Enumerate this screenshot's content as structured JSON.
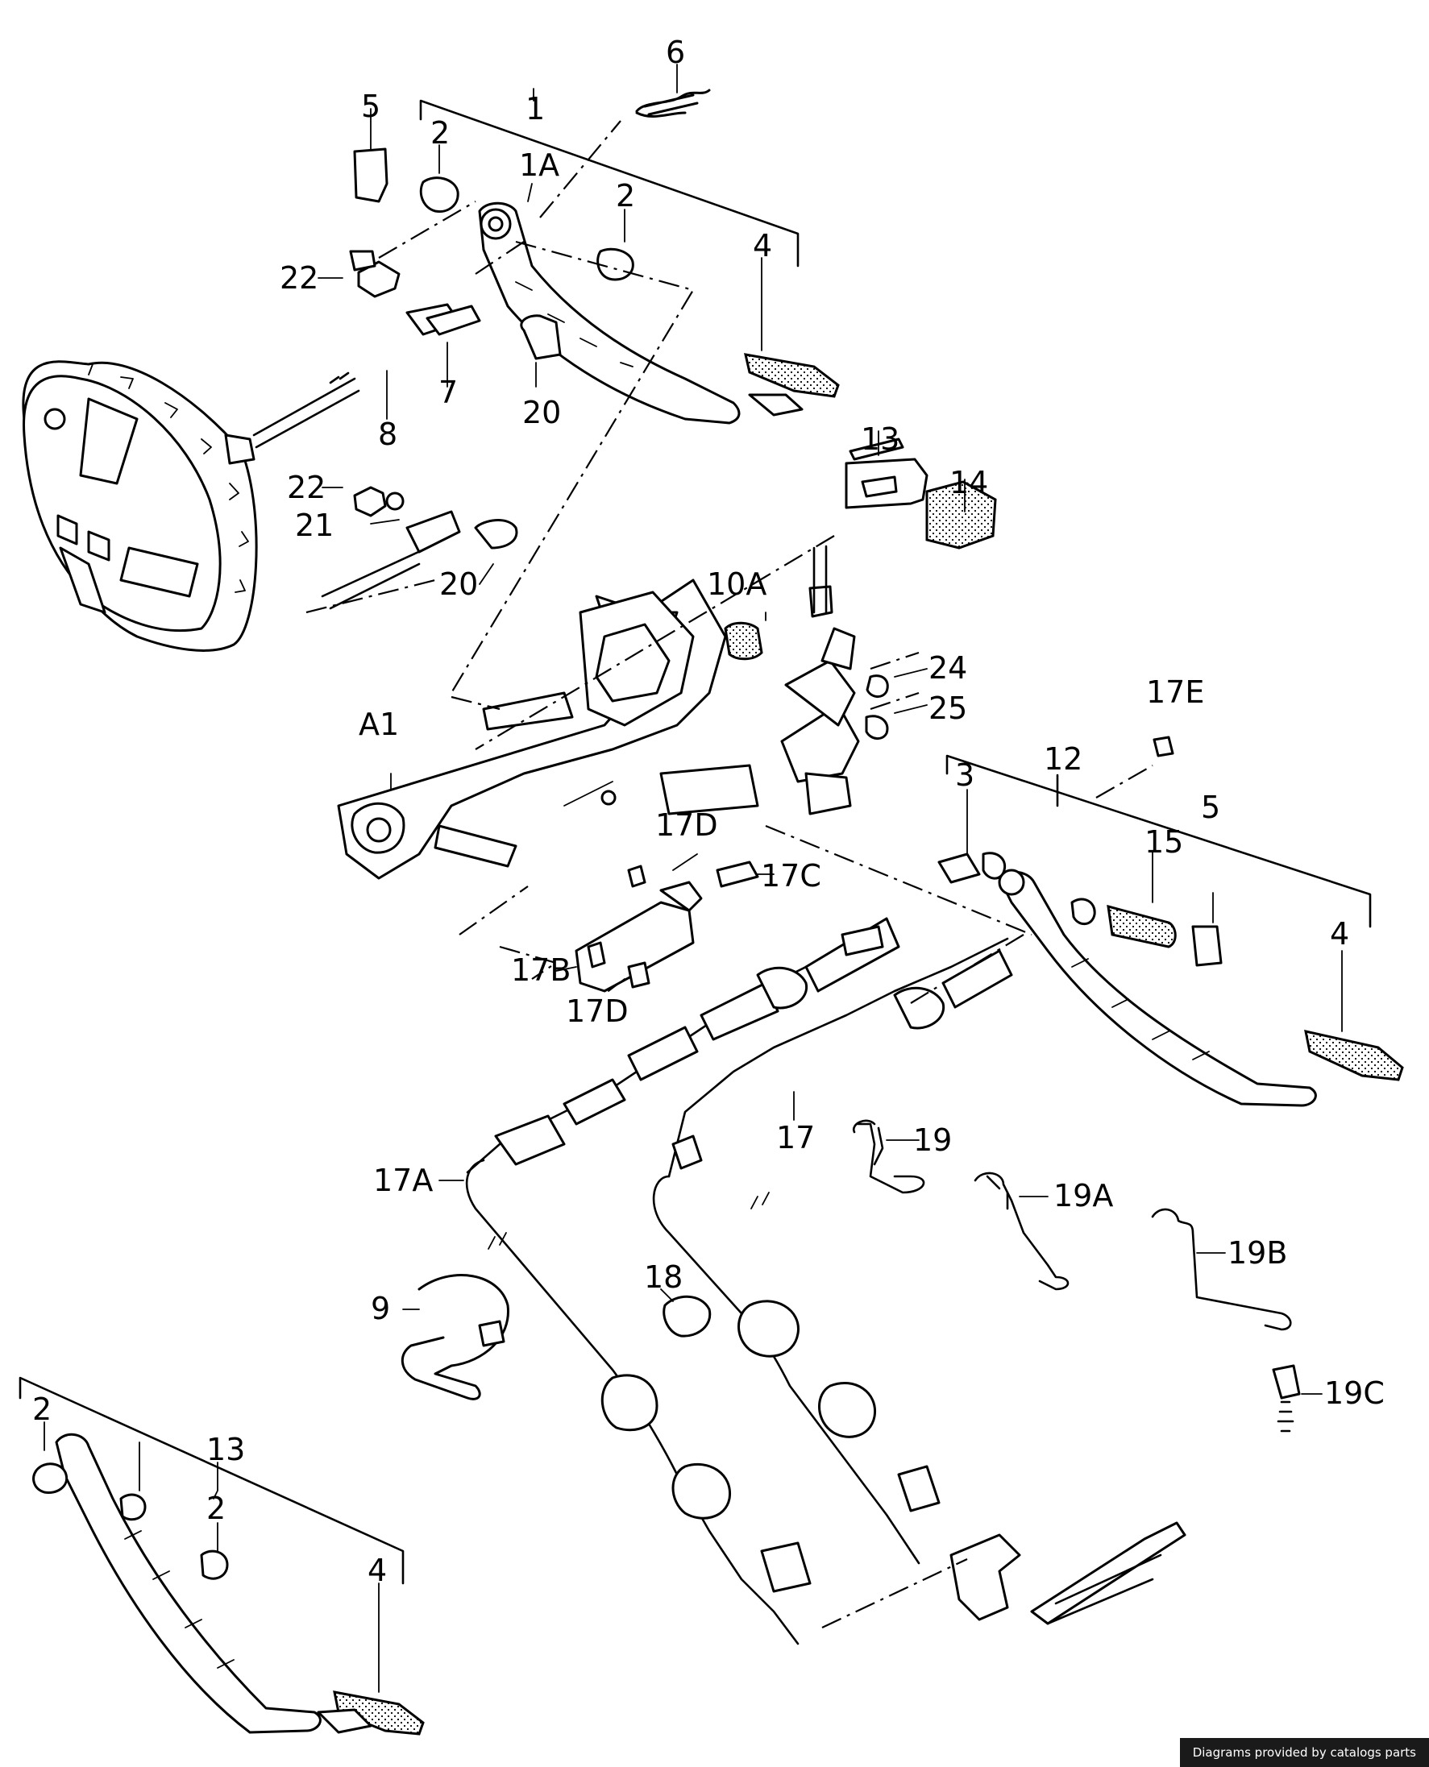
{
  "credit": "Diagrams provided by catalogs parts",
  "labels": {
    "l_1": "1",
    "l_1A": "1A",
    "l_2a": "2",
    "l_2b": "2",
    "l_2c": "2",
    "l_2d": "2",
    "l_3": "3",
    "l_4a": "4",
    "l_4b": "4",
    "l_4c": "4",
    "l_5a": "5",
    "l_5b": "5",
    "l_6": "6",
    "l_7": "7",
    "l_8": "8",
    "l_9": "9",
    "l_10A": "10A",
    "l_12": "12",
    "l_13a": "13",
    "l_13b": "13",
    "l_14": "14",
    "l_15": "15",
    "l_17": "17",
    "l_17A": "17A",
    "l_17B": "17B",
    "l_17C": "17C",
    "l_17Da": "17D",
    "l_17Db": "17D",
    "l_17E": "17E",
    "l_18": "18",
    "l_19": "19",
    "l_19A": "19A",
    "l_19B": "19B",
    "l_19C": "19C",
    "l_20a": "20",
    "l_20b": "20",
    "l_21": "21",
    "l_22a": "22",
    "l_22b": "22",
    "l_24": "24",
    "l_25": "25",
    "l_A1": "A1"
  }
}
